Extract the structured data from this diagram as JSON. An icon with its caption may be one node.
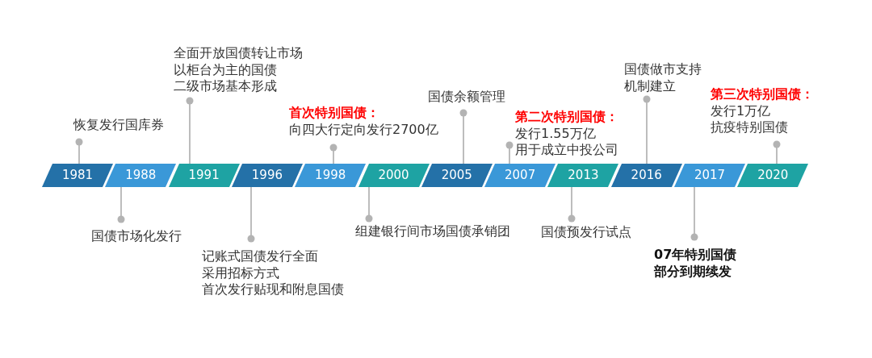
{
  "diagram": {
    "nodes": [
      {
        "text": [
          "1981"
        ]
      },
      {
        "text": [
          "1988"
        ]
      },
      {
        "text": [
          "1991"
        ]
      },
      {
        "text": [
          "1996"
        ]
      },
      {
        "text": [
          "1998"
        ]
      },
      {
        "text": [
          "2000"
        ]
      },
      {
        "text": [
          "2005"
        ]
      },
      {
        "text": [
          "2007"
        ]
      },
      {
        "text": [
          "2013"
        ]
      },
      {
        "text": [
          "2016"
        ]
      },
      {
        "text": [
          "2017"
        ]
      },
      {
        "text": [
          "2020"
        ]
      },
      {
        "text": [
          "恢复发行国库券"
        ]
      },
      {
        "text": [
          "国债市场化发行"
        ]
      },
      {
        "text": [
          "全面开放国债转让市场",
          "以柜台为主的国债",
          "二级市场基本形成"
        ]
      },
      {
        "text": [
          "记账式国债发行全面",
          "采用招标方式",
          "首次发行贴现和附息国债"
        ]
      },
      {
        "text": [
          "首次特别国债：",
          "向四大行定向发行2700亿"
        ]
      },
      {
        "text": [
          "组建银行间市场国债承销团"
        ]
      },
      {
        "text": [
          "国债余额管理"
        ]
      },
      {
        "text": [
          "第二次特别国债：",
          "发行1.55万亿",
          "用于成立中投公司"
        ]
      },
      {
        "text": [
          "国债预发行试点"
        ]
      },
      {
        "text": [
          "国债做市支持",
          "机制建立"
        ]
      },
      {
        "text": [
          "07年特别国债",
          "部分到期续发"
        ]
      },
      {
        "text": [
          "第三次特别国债：",
          "发行1万亿",
          "抗疫特别国债"
        ]
      }
    ],
    "edges": [
      {
        "from": 12,
        "to": 0,
        "arrow": "other"
      },
      {
        "from": 13,
        "to": 1,
        "arrow": "other"
      },
      {
        "from": 14,
        "to": 2,
        "arrow": "other"
      },
      {
        "from": 15,
        "to": 3,
        "arrow": "other"
      },
      {
        "from": 16,
        "to": 4,
        "arrow": "other"
      },
      {
        "from": 17,
        "to": 5,
        "arrow": "other"
      },
      {
        "from": 18,
        "to": 6,
        "arrow": "other"
      },
      {
        "from": 19,
        "to": 7,
        "arrow": "other"
      },
      {
        "from": 20,
        "to": 8,
        "arrow": "other"
      },
      {
        "from": 21,
        "to": 9,
        "arrow": "other"
      },
      {
        "from": 22,
        "to": 10,
        "arrow": "other"
      },
      {
        "from": 23,
        "to": 11,
        "arrow": "other"
      }
    ]
  }
}
